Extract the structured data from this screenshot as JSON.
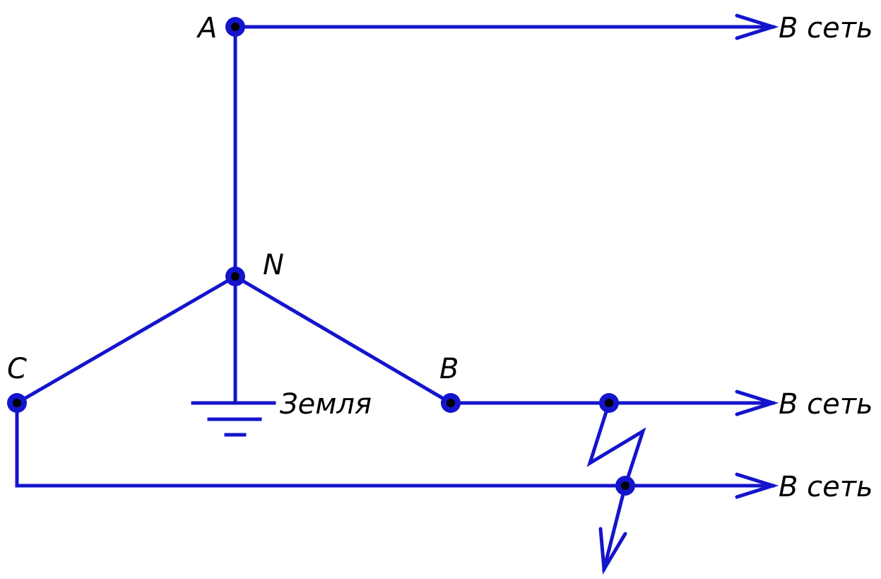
{
  "diagram": {
    "type": "three-phase star (wye) connection with fault",
    "color": "#1414cc",
    "node_color": "#000000",
    "labels": {
      "node_a": "A",
      "node_n": "N",
      "node_b": "B",
      "node_c": "C",
      "ground": "Земля",
      "grid_a": "В сеть",
      "grid_b": "В сеть",
      "grid_c": "В сеть"
    },
    "icons": [
      "ground-symbol-icon",
      "lightning-fault-icon",
      "arrow-icon"
    ]
  }
}
